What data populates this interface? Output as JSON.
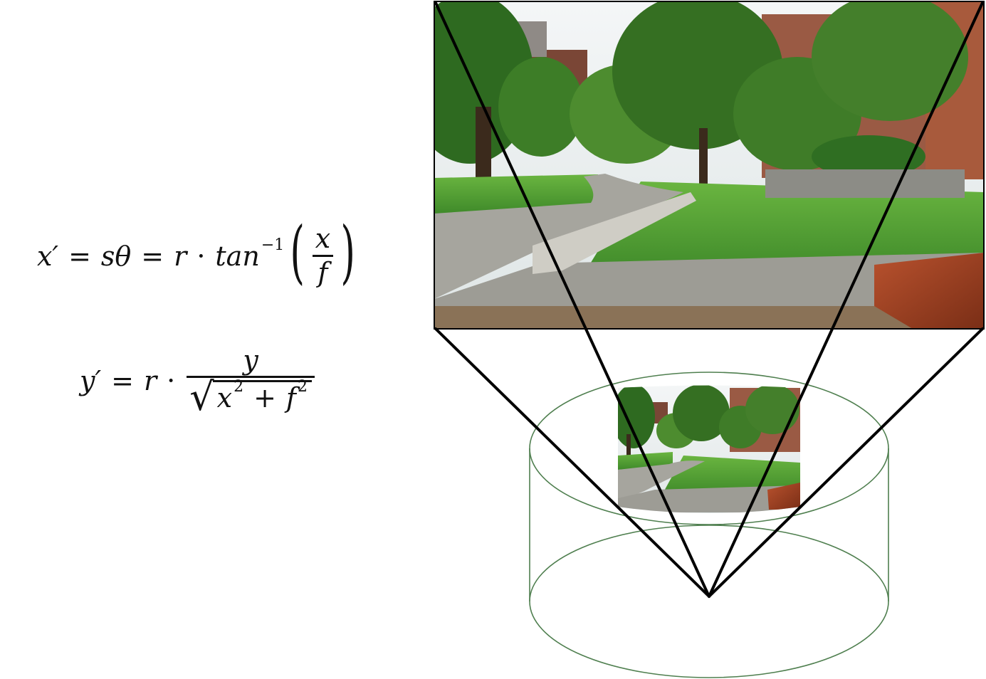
{
  "equation_x": {
    "lhs": "x′",
    "eq1": "=",
    "mid": "sθ",
    "eq2": "=",
    "r": "r",
    "dot": "·",
    "fn": "tan",
    "exp": "−1",
    "frac_num": "x",
    "frac_den": "f"
  },
  "equation_y": {
    "lhs": "y′",
    "eq": "=",
    "r": "r",
    "dot": "·",
    "frac_num": "y",
    "den_x": "x",
    "den_x_exp": "2",
    "den_plus": "+",
    "den_f": "f",
    "den_f_exp": "2"
  },
  "colors": {
    "cylinder_stroke": "#4f7f4f",
    "ray_stroke": "#000000",
    "sky": "#e9eef0",
    "grass": "#5aa83a",
    "tree": "#2f6b22",
    "path": "#9a9a94",
    "building": "#8a4a3a",
    "bench": "#9a3a20"
  }
}
